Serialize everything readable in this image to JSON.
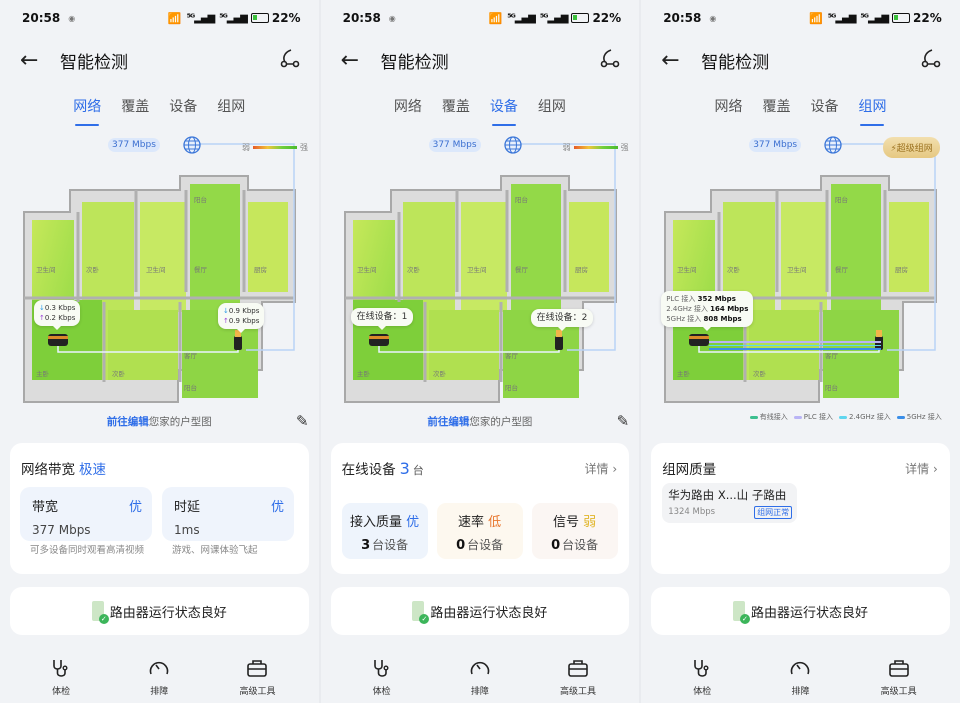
{
  "status_bar": {
    "time": "20:58",
    "battery": "22%"
  },
  "header": {
    "title": "智能检测"
  },
  "tabs": [
    "网络",
    "覆盖",
    "设备",
    "组网"
  ],
  "map": {
    "speed": "377 Mbps",
    "legend_weak": "弱",
    "legend_strong": "强",
    "rooms": [
      "阳台",
      "卫生间",
      "次卧",
      "卫生间",
      "餐厅",
      "厨房",
      "主卧",
      "次卧",
      "客厅",
      "阳台"
    ],
    "edit_link": "前往编辑",
    "edit_suffix": "您家的户型图"
  },
  "screens": [
    {
      "active_tab": 0,
      "router_main_bubble": {
        "down": "0.3 Kbps",
        "up": "0.2 Kbps"
      },
      "router_sub_bubble": {
        "down": "0.9 Kbps",
        "up": "0.9 Kbps"
      },
      "card": {
        "title": "网络带宽",
        "accent": "极速",
        "items": [
          {
            "label": "带宽",
            "grade": "优",
            "value": "377 Mbps",
            "desc": "可多设备同时观看高清视频"
          },
          {
            "label": "时延",
            "grade": "优",
            "value": "1ms",
            "desc": "游戏、网课体验飞起"
          }
        ]
      }
    },
    {
      "active_tab": 2,
      "router_main_bubble": "在线设备：1",
      "router_sub_bubble": "在线设备：2",
      "card": {
        "title": "在线设备",
        "count": "3",
        "unit": "台",
        "details": "详情",
        "items": [
          {
            "label": "接入质量",
            "grade": "优",
            "grade_color": "#2f6ee8",
            "bg": "#eef4fc",
            "count": "3",
            "unit": "台设备"
          },
          {
            "label": "速率",
            "grade": "低",
            "grade_color": "#e8772e",
            "bg": "#fdf8ef",
            "count": "0",
            "unit": "台设备"
          },
          {
            "label": "信号",
            "grade": "弱",
            "grade_color": "#e1b62a",
            "bg": "#fbf6f3",
            "count": "0",
            "unit": "台设备"
          }
        ]
      }
    },
    {
      "active_tab": 3,
      "super_mesh": "超级组网",
      "router_main_bubble": [
        {
          "label": "PLC 接入",
          "value": "352 Mbps"
        },
        {
          "label": "2.4GHz 接入",
          "value": "164 Mbps"
        },
        {
          "label": "5GHz 接入",
          "value": "808 Mbps"
        }
      ],
      "legend": [
        {
          "label": "有线接入",
          "color": "#3cbf8f"
        },
        {
          "label": "PLC 接入",
          "color": "#b9b4f5"
        },
        {
          "label": "2.4GHz 接入",
          "color": "#5fd6ef"
        },
        {
          "label": "5GHz 接入",
          "color": "#3a8ee8"
        }
      ],
      "card": {
        "title": "组网质量",
        "details": "详情",
        "item": {
          "name": "华为路由 X...山 子路由",
          "speed": "1324 Mbps",
          "tag": "组网正常"
        }
      }
    }
  ],
  "status_card": "路由器运行状态良好",
  "bottom_nav": [
    "体检",
    "排障",
    "高级工具"
  ]
}
